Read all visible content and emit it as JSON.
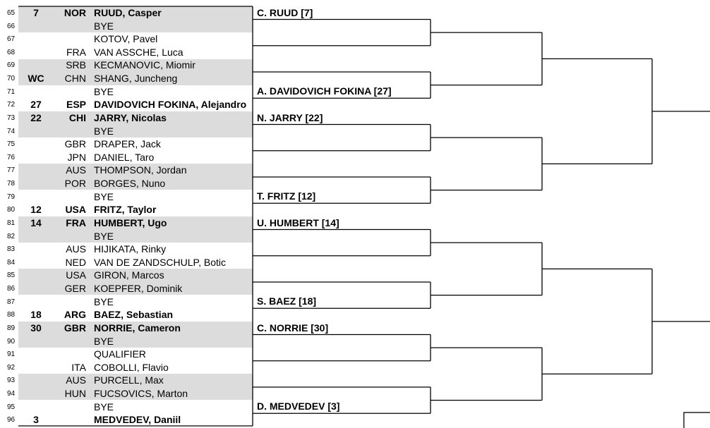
{
  "entries": [
    {
      "num": "65",
      "seed": "7",
      "nat": "NOR",
      "name": "RUUD, Casper",
      "bold": true
    },
    {
      "num": "66",
      "seed": "",
      "nat": "",
      "name": "BYE",
      "bold": false
    },
    {
      "num": "67",
      "seed": "",
      "nat": "",
      "name": "KOTOV, Pavel",
      "bold": false
    },
    {
      "num": "68",
      "seed": "",
      "nat": "FRA",
      "name": "VAN ASSCHE, Luca",
      "bold": false
    },
    {
      "num": "69",
      "seed": "",
      "nat": "SRB",
      "name": "KECMANOVIC, Miomir",
      "bold": false
    },
    {
      "num": "70",
      "seed": "WC",
      "nat": "CHN",
      "name": "SHANG, Juncheng",
      "bold": false
    },
    {
      "num": "71",
      "seed": "",
      "nat": "",
      "name": "BYE",
      "bold": false
    },
    {
      "num": "72",
      "seed": "27",
      "nat": "ESP",
      "name": "DAVIDOVICH FOKINA, Alejandro",
      "bold": true
    },
    {
      "num": "73",
      "seed": "22",
      "nat": "CHI",
      "name": "JARRY, Nicolas",
      "bold": true
    },
    {
      "num": "74",
      "seed": "",
      "nat": "",
      "name": "BYE",
      "bold": false
    },
    {
      "num": "75",
      "seed": "",
      "nat": "GBR",
      "name": "DRAPER, Jack",
      "bold": false
    },
    {
      "num": "76",
      "seed": "",
      "nat": "JPN",
      "name": "DANIEL, Taro",
      "bold": false
    },
    {
      "num": "77",
      "seed": "",
      "nat": "AUS",
      "name": "THOMPSON, Jordan",
      "bold": false
    },
    {
      "num": "78",
      "seed": "",
      "nat": "POR",
      "name": "BORGES, Nuno",
      "bold": false
    },
    {
      "num": "79",
      "seed": "",
      "nat": "",
      "name": "BYE",
      "bold": false
    },
    {
      "num": "80",
      "seed": "12",
      "nat": "USA",
      "name": "FRITZ, Taylor",
      "bold": true
    },
    {
      "num": "81",
      "seed": "14",
      "nat": "FRA",
      "name": "HUMBERT, Ugo",
      "bold": true
    },
    {
      "num": "82",
      "seed": "",
      "nat": "",
      "name": "BYE",
      "bold": false
    },
    {
      "num": "83",
      "seed": "",
      "nat": "AUS",
      "name": "HIJIKATA, Rinky",
      "bold": false
    },
    {
      "num": "84",
      "seed": "",
      "nat": "NED",
      "name": "VAN DE ZANDSCHULP, Botic",
      "bold": false
    },
    {
      "num": "85",
      "seed": "",
      "nat": "USA",
      "name": "GIRON, Marcos",
      "bold": false
    },
    {
      "num": "86",
      "seed": "",
      "nat": "GER",
      "name": "KOEPFER, Dominik",
      "bold": false
    },
    {
      "num": "87",
      "seed": "",
      "nat": "",
      "name": "BYE",
      "bold": false
    },
    {
      "num": "88",
      "seed": "18",
      "nat": "ARG",
      "name": "BAEZ, Sebastian",
      "bold": true
    },
    {
      "num": "89",
      "seed": "30",
      "nat": "GBR",
      "name": "NORRIE, Cameron",
      "bold": true
    },
    {
      "num": "90",
      "seed": "",
      "nat": "",
      "name": "BYE",
      "bold": false
    },
    {
      "num": "91",
      "seed": "",
      "nat": "",
      "name": "QUALIFIER",
      "bold": false
    },
    {
      "num": "92",
      "seed": "",
      "nat": "ITA",
      "name": "COBOLLI, Flavio",
      "bold": false
    },
    {
      "num": "93",
      "seed": "",
      "nat": "AUS",
      "name": "PURCELL, Max",
      "bold": false
    },
    {
      "num": "94",
      "seed": "",
      "nat": "HUN",
      "name": "FUCSOVICS, Marton",
      "bold": false
    },
    {
      "num": "95",
      "seed": "",
      "nat": "",
      "name": "BYE",
      "bold": false
    },
    {
      "num": "96",
      "seed": "3",
      "nat": "",
      "name": "MEDVEDEV, Daniil",
      "bold": true
    }
  ],
  "round2": [
    "C. RUUD [7]",
    "",
    "",
    "A. DAVIDOVICH FOKINA [27]",
    "N. JARRY [22]",
    "",
    "",
    "T. FRITZ [12]",
    "U. HUMBERT [14]",
    "",
    "",
    "S. BAEZ [18]",
    "C. NORRIE [30]",
    "",
    "",
    "D. MEDVEDEV [3]"
  ]
}
